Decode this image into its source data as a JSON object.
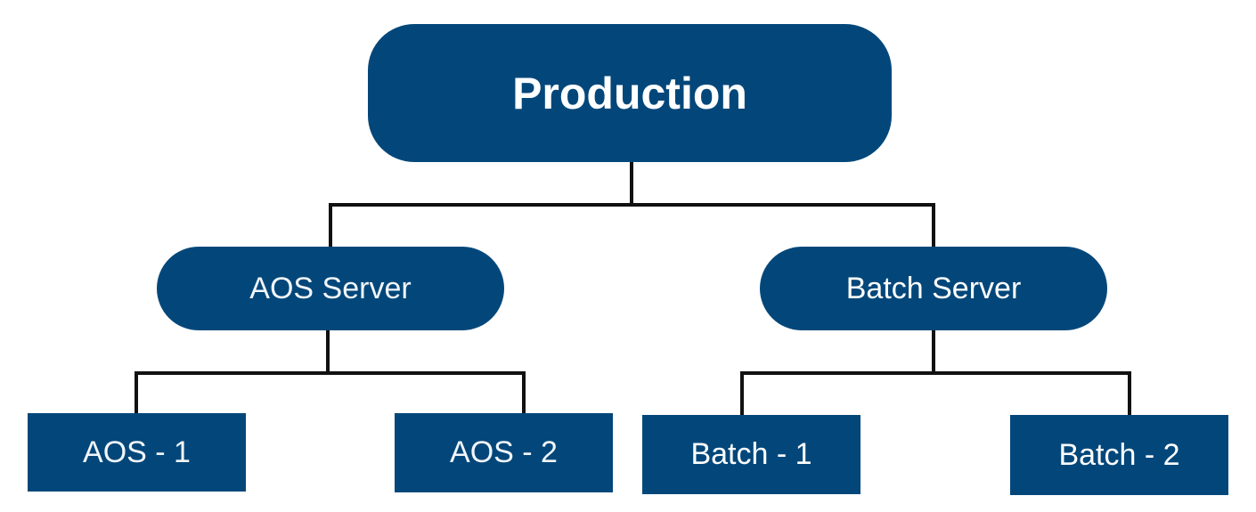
{
  "colors": {
    "node_fill": "#03477A",
    "node_text": "#FFFFFF",
    "connector": "#111111",
    "background": "#FFFFFF"
  },
  "root": {
    "label": "Production"
  },
  "servers": [
    {
      "label": "AOS Server",
      "children": [
        {
          "label": "AOS - 1"
        },
        {
          "label": "AOS - 2"
        }
      ]
    },
    {
      "label": "Batch Server",
      "children": [
        {
          "label": "Batch - 1"
        },
        {
          "label": "Batch - 2"
        }
      ]
    }
  ]
}
